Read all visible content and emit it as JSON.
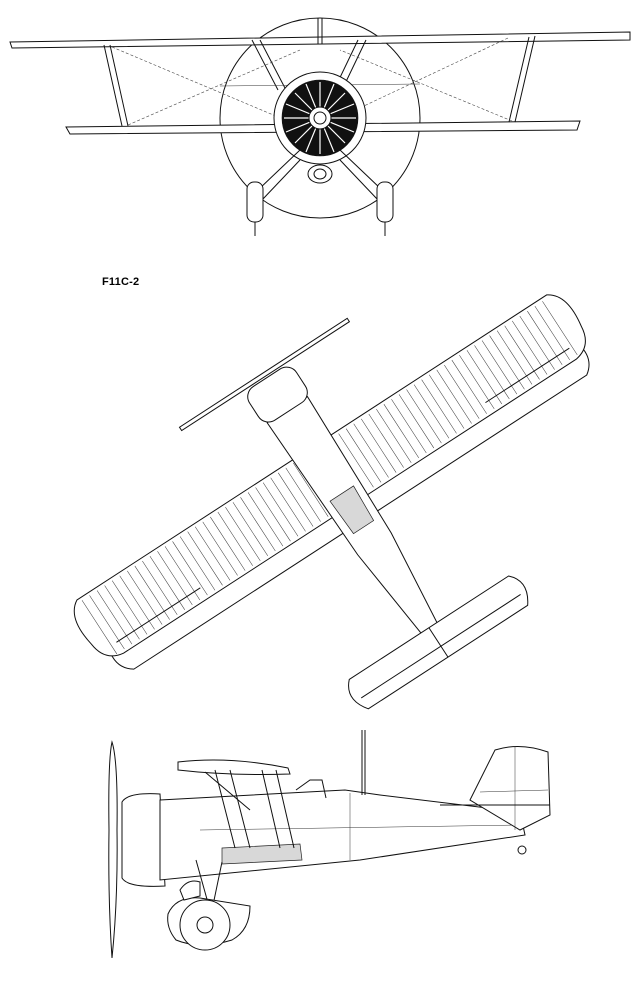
{
  "drawing": {
    "designation": "F11C-2",
    "views": [
      "front-view",
      "top-view",
      "side-view"
    ]
  }
}
